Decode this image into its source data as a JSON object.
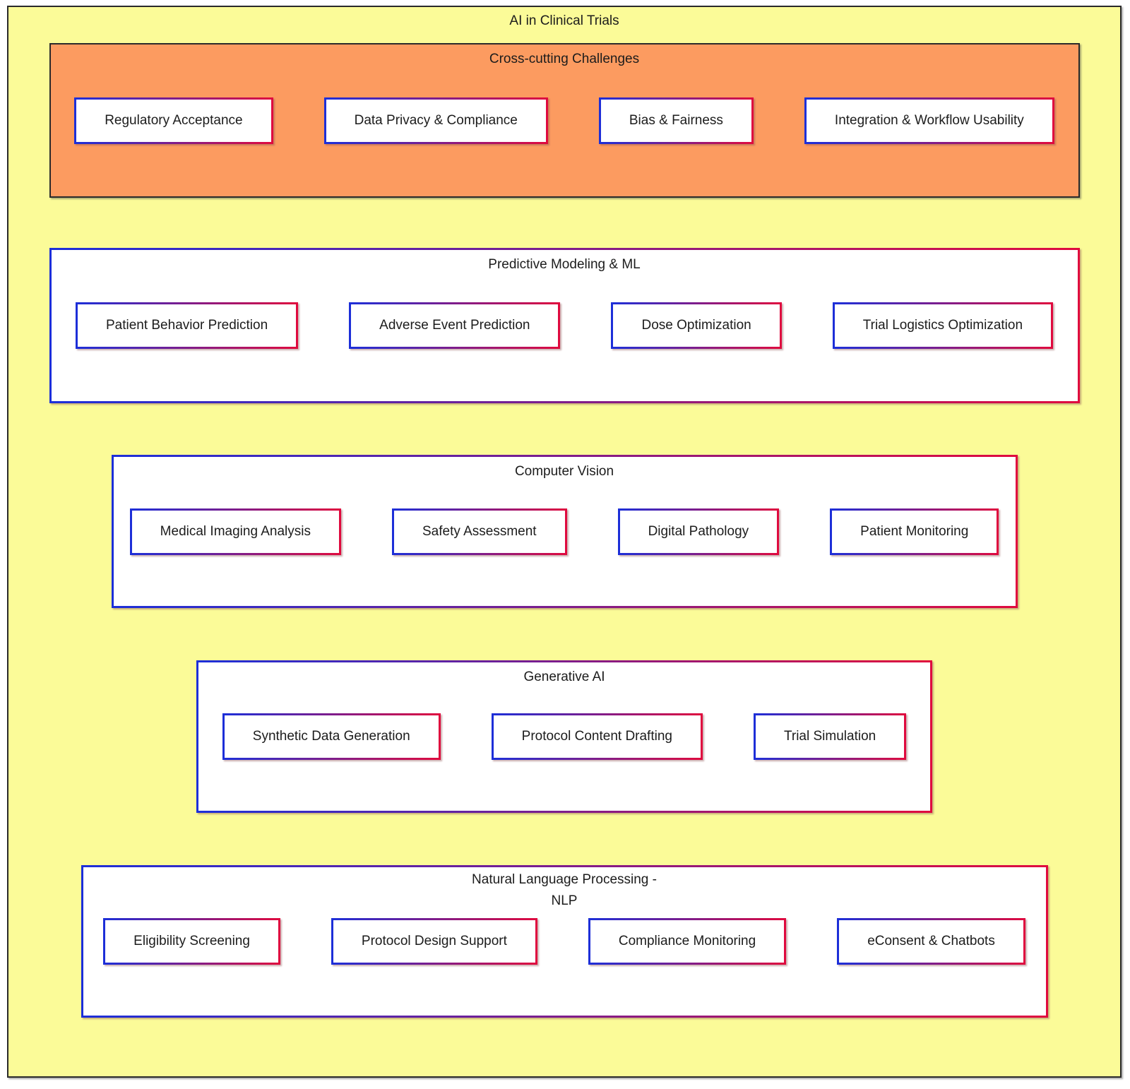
{
  "diagram": {
    "title": "AI in Clinical Trials",
    "sections": [
      {
        "title": "Cross-cutting Challenges",
        "items": [
          "Regulatory Acceptance",
          "Data Privacy & Compliance",
          "Bias & Fairness",
          "Integration & Workflow Usability"
        ]
      },
      {
        "title": "Predictive Modeling & ML",
        "items": [
          "Patient Behavior Prediction",
          "Adverse Event Prediction",
          "Dose Optimization",
          "Trial Logistics Optimization"
        ]
      },
      {
        "title": "Computer Vision",
        "items": [
          "Medical Imaging Analysis",
          "Safety Assessment",
          "Digital Pathology",
          "Patient Monitoring"
        ]
      },
      {
        "title": "Generative AI",
        "items": [
          "Synthetic Data Generation",
          "Protocol Content Drafting",
          "Trial Simulation"
        ]
      },
      {
        "title": "Natural Language Processing -\nNLP",
        "items": [
          "Eligibility Screening",
          "Protocol Design Support",
          "Compliance Monitoring",
          "eConsent & Chatbots"
        ]
      }
    ],
    "colors": {
      "canvas_fill": "#FBFB98",
      "challenges_fill": "#FC9B60",
      "grad_blue": "#1C2FD9",
      "grad_red": "#E00A3E",
      "frame_border": "#2A2A2A",
      "text": "#1C1C1C",
      "node_fill": "#FFFFFF"
    }
  }
}
